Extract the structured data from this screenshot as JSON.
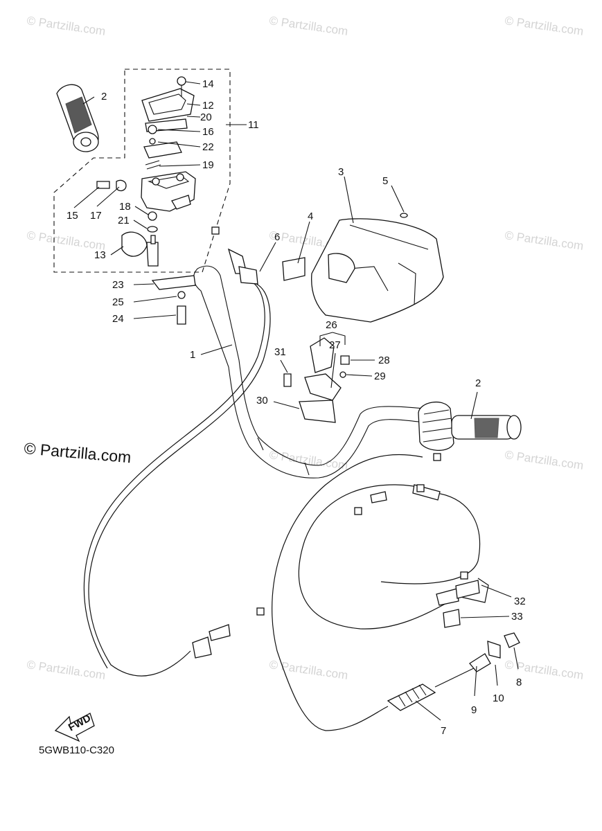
{
  "watermark": {
    "text": "© Partzilla.com",
    "main_text": "© Partzilla.com"
  },
  "diagram_code": "5GWB110-C320",
  "fwd_label": "FWD",
  "callouts": {
    "p1": "1",
    "p2a": "2",
    "p2b": "2",
    "p3": "3",
    "p4": "4",
    "p5": "5",
    "p6": "6",
    "p7": "7",
    "p8": "8",
    "p9": "9",
    "p10": "10",
    "p11": "11",
    "p12": "12",
    "p13": "13",
    "p14": "14",
    "p15": "15",
    "p16": "16",
    "p17": "17",
    "p18": "18",
    "p19": "19",
    "p20": "20",
    "p21": "21",
    "p22": "22",
    "p23": "23",
    "p24": "24",
    "p25": "25",
    "p26": "26",
    "p27": "27",
    "p28": "28",
    "p29": "29",
    "p30": "30",
    "p31": "31",
    "p32": "32",
    "p33": "33"
  }
}
